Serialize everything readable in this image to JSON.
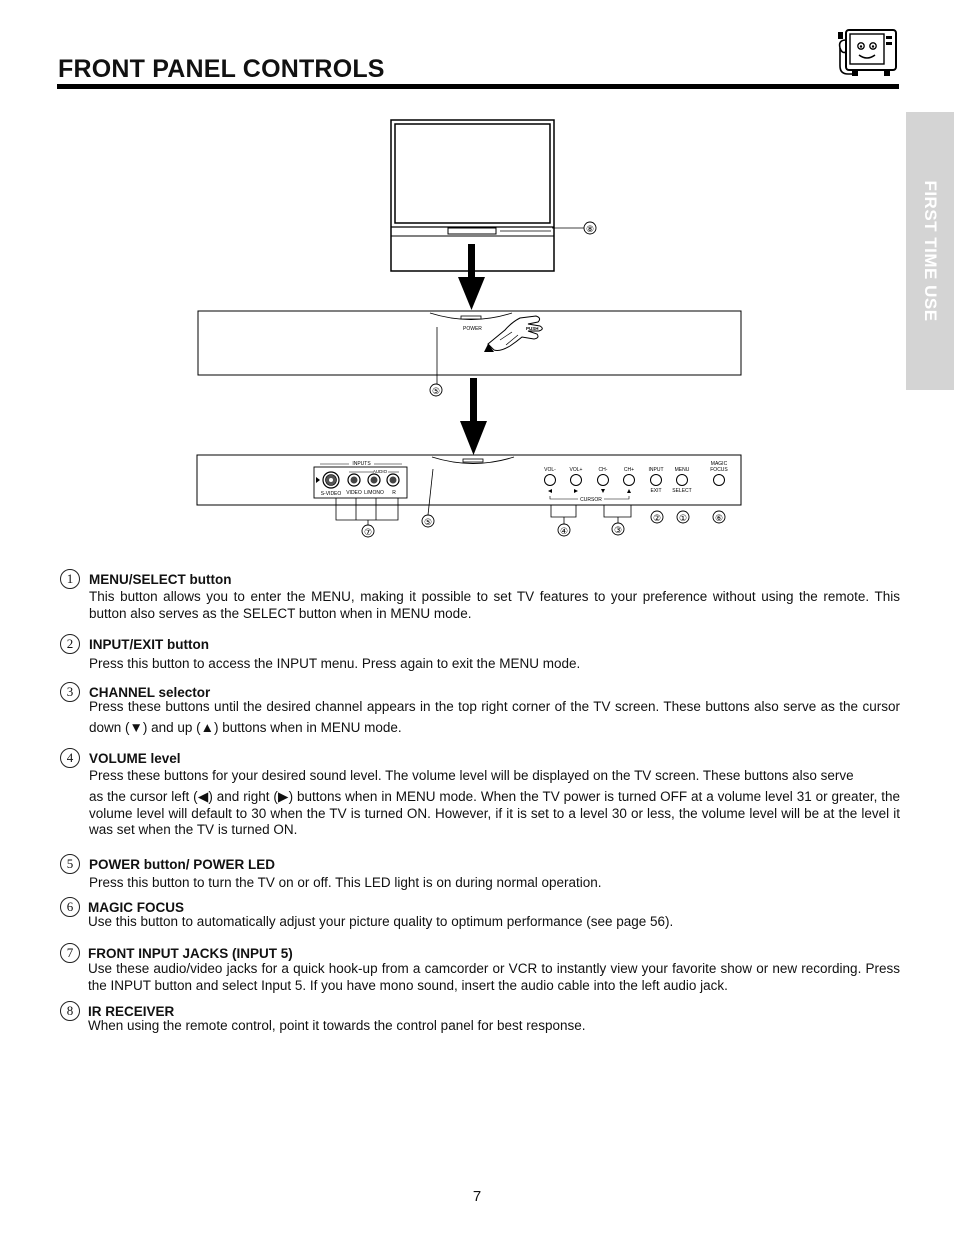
{
  "page": {
    "title": "FRONT PANEL CONTROLS",
    "side_tab": "FIRST TIME USE",
    "page_number": "7"
  },
  "diagram": {
    "power_label": "POWER",
    "push_label": "PUSH",
    "inputs_label": "INPUTS",
    "audio_label": "AUDIO",
    "jack_labels": [
      "S-VIDEO",
      "VIDEO",
      "L/MONO",
      "R"
    ],
    "button_labels": [
      "VOL-",
      "VOL+",
      "CH-",
      "CH+",
      "INPUT",
      "MENU"
    ],
    "magic_focus_label": [
      "MAGIC",
      "FOCUS"
    ],
    "cursor_label": "CURSOR",
    "exit_label": "EXIT",
    "select_label": "SELECT",
    "callouts": [
      "⑧",
      "⑤",
      "⑤",
      "⑦",
      "④",
      "③",
      "②",
      "①",
      "⑥"
    ]
  },
  "items": [
    {
      "num": "1",
      "title": "MENU/SELECT button",
      "body": "This button allows you to enter the MENU, making it possible to set TV features to your preference without using the remote.  This button also serves as the SELECT button when in MENU mode."
    },
    {
      "num": "2",
      "title": "INPUT/EXIT button",
      "body": "Press this button to access the INPUT menu. Press again to exit the MENU mode."
    },
    {
      "num": "3",
      "title": "CHANNEL selector",
      "body": "Press these buttons until the desired channel appears in the top right corner of the TV screen.  These buttons also serve as the cursor down (▼) and up (▲) buttons when in MENU mode."
    },
    {
      "num": "4",
      "title": "VOLUME level",
      "body1": "Press these buttons for your desired sound level.  The volume level will be displayed on the TV screen.  These buttons also serve",
      "body2": "as the cursor left (◀) and right (▶) buttons when in MENU mode.  When the TV power is turned OFF at a volume level 31 or greater, the volume level will default to 30 when the TV is turned ON.  However, if it is set to a level 30 or less, the volume level will be at the level it was set when the TV is turned ON."
    },
    {
      "num": "5",
      "title": "POWER button/ POWER LED",
      "body": "Press this button to turn the TV on or off.  This LED light is on during normal operation."
    },
    {
      "num": "6",
      "title": "MAGIC FOCUS",
      "body": "Use this button to automatically adjust your picture quality to optimum performance (see page 56)."
    },
    {
      "num": "7",
      "title": "FRONT INPUT JACKS (INPUT 5)",
      "body": "Use these audio/video jacks for a quick hook-up from a camcorder or VCR to instantly view your favorite show or new recording.  Press the INPUT button and select Input 5.  If you have mono sound, insert the audio cable into the left audio jack."
    },
    {
      "num": "8",
      "title": "IR RECEIVER",
      "body": "When using the remote control, point it towards the control panel for best response."
    }
  ]
}
